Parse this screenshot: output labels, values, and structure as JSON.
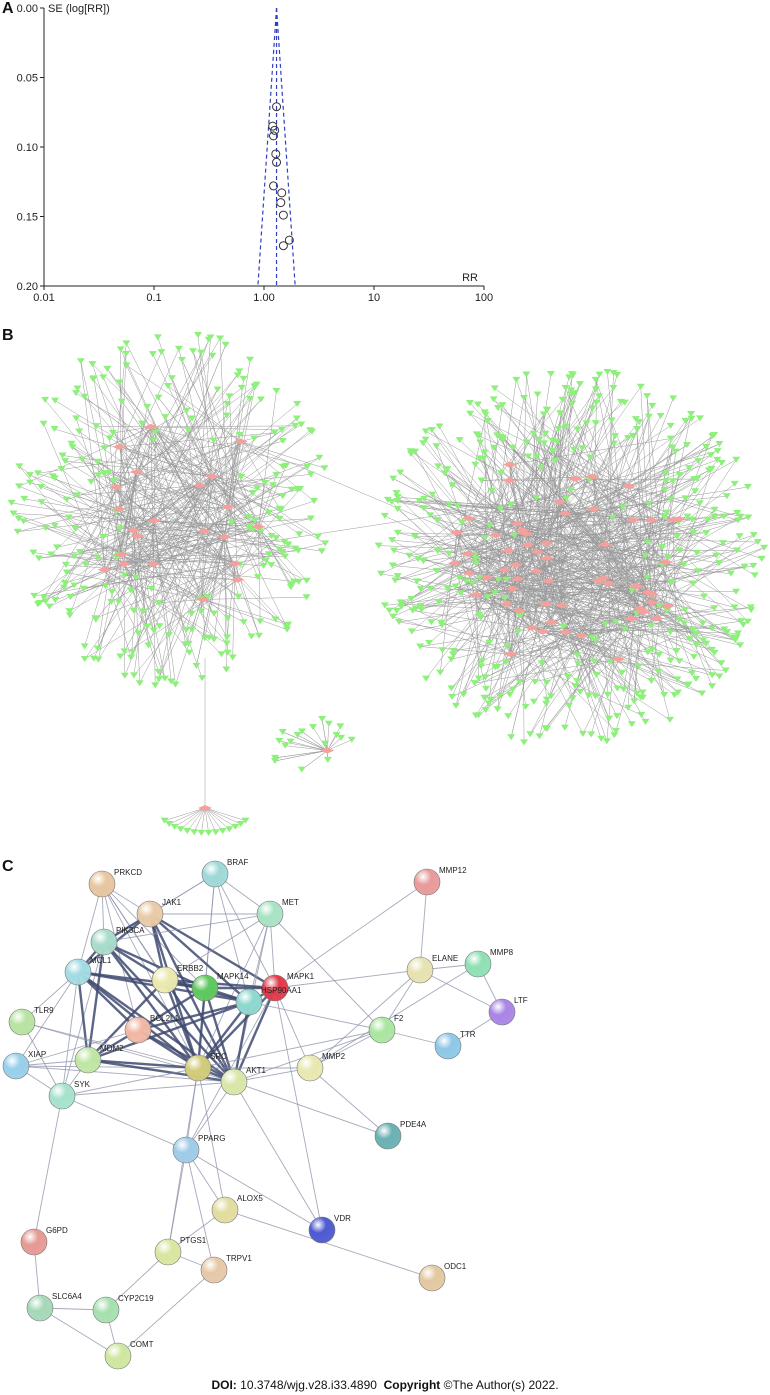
{
  "panels": {
    "a": "A",
    "b": "B",
    "c": "C"
  },
  "funnel_plot": {
    "chart_data": {
      "type": "scatter",
      "title": "",
      "ylabel": "SE (log[RR])",
      "xlabel": "RR",
      "x_scale": "log",
      "xlim": [
        0.01,
        100
      ],
      "ylim": [
        0.0,
        0.2
      ],
      "y_inverted": true,
      "x_ticks": [
        "0.01",
        "0.1",
        "1.00",
        "10",
        "100"
      ],
      "y_ticks": [
        "0.00",
        "0.05",
        "0.10",
        "0.15",
        "0.20"
      ],
      "points": [
        {
          "x": 1.3,
          "y": 0.071
        },
        {
          "x": 1.2,
          "y": 0.085
        },
        {
          "x": 1.25,
          "y": 0.088
        },
        {
          "x": 1.22,
          "y": 0.092
        },
        {
          "x": 1.28,
          "y": 0.105
        },
        {
          "x": 1.3,
          "y": 0.111
        },
        {
          "x": 1.22,
          "y": 0.128
        },
        {
          "x": 1.45,
          "y": 0.133
        },
        {
          "x": 1.42,
          "y": 0.14
        },
        {
          "x": 1.5,
          "y": 0.149
        },
        {
          "x": 1.7,
          "y": 0.167
        },
        {
          "x": 1.5,
          "y": 0.171
        }
      ],
      "pooled_estimate": 1.3,
      "funnel_bounds": {
        "outer_low_at_bottom": 0.88,
        "outer_high_at_bottom": 1.92
      },
      "colors": {
        "funnel": "#2f3fbf",
        "points": "#333333"
      }
    }
  },
  "network_b": {
    "colors": {
      "target_node": "#f4a09c",
      "compound_node": "#8cf07a",
      "edge": "#9a9a9a"
    },
    "clusters": [
      "left-compound-target-network",
      "right-compound-target-network",
      "small-isolated-network"
    ]
  },
  "ppi_network": {
    "nodes": [
      {
        "label": "PRKCD",
        "color": "#e7c6a0"
      },
      {
        "label": "BRAF",
        "color": "#9fd8d8"
      },
      {
        "label": "MMP12",
        "color": "#e89a9a"
      },
      {
        "label": "JAK1",
        "color": "#e9cba8"
      },
      {
        "label": "MET",
        "color": "#a9e2c4"
      },
      {
        "label": "PIK3CA",
        "color": "#a9dccc"
      },
      {
        "label": "MCL1",
        "color": "#a3dbe4"
      },
      {
        "label": "ELANE",
        "color": "#e6e2b0"
      },
      {
        "label": "MMP8",
        "color": "#8fe0b4"
      },
      {
        "label": "ERBB2",
        "color": "#eceab0"
      },
      {
        "label": "MAPK14",
        "color": "#5fc95f"
      },
      {
        "label": "MAPK1",
        "color": "#e03a4a"
      },
      {
        "label": "HSP90AA1",
        "color": "#8ed8cf"
      },
      {
        "label": "LTF",
        "color": "#a985e6"
      },
      {
        "label": "TLR9",
        "color": "#b8e3a0"
      },
      {
        "label": "BCL2L1",
        "color": "#f1b8a4"
      },
      {
        "label": "F2",
        "color": "#a9e6a0"
      },
      {
        "label": "TTR",
        "color": "#8ec8e6"
      },
      {
        "label": "XIAP",
        "color": "#98cfea"
      },
      {
        "label": "MDM2",
        "color": "#c0e6a6"
      },
      {
        "label": "SRC",
        "color": "#d2cc7a"
      },
      {
        "label": "AKT1",
        "color": "#d8e6a8"
      },
      {
        "label": "MMP2",
        "color": "#e8e8b0"
      },
      {
        "label": "SYK",
        "color": "#a6e2cc"
      },
      {
        "label": "PDE4A",
        "color": "#6ab0b4"
      },
      {
        "label": "PPARG",
        "color": "#9ecbe6"
      },
      {
        "label": "ALOX5",
        "color": "#e2dca0"
      },
      {
        "label": "VDR",
        "color": "#4d5ad0"
      },
      {
        "label": "G6PD",
        "color": "#e59a94"
      },
      {
        "label": "PTGS1",
        "color": "#d8e6a0"
      },
      {
        "label": "TRPV1",
        "color": "#e6c8a8"
      },
      {
        "label": "ODC1",
        "color": "#e2c8a0"
      },
      {
        "label": "SLC6A4",
        "color": "#a6d8b8"
      },
      {
        "label": "CYP2C19",
        "color": "#a6e0b0"
      },
      {
        "label": "COMT",
        "color": "#cfe6a0"
      }
    ],
    "edges": [
      [
        "PRKCD",
        "JAK1"
      ],
      [
        "PRKCD",
        "PIK3CA"
      ],
      [
        "PRKCD",
        "MCL1"
      ],
      [
        "PRKCD",
        "MAPK14"
      ],
      [
        "PRKCD",
        "SRC"
      ],
      [
        "PRKCD",
        "AKT1"
      ],
      [
        "PRKCD",
        "ERBB2"
      ],
      [
        "PRKCD",
        "BCL2L1"
      ],
      [
        "BRAF",
        "JAK1"
      ],
      [
        "BRAF",
        "MAPK1"
      ],
      [
        "BRAF",
        "MET"
      ],
      [
        "BRAF",
        "PIK3CA"
      ],
      [
        "BRAF",
        "SRC"
      ],
      [
        "BRAF",
        "MAPK14"
      ],
      [
        "BRAF",
        "HSP90AA1"
      ],
      [
        "JAK1",
        "PIK3CA"
      ],
      [
        "JAK1",
        "MAPK1"
      ],
      [
        "JAK1",
        "SRC"
      ],
      [
        "JAK1",
        "MCL1"
      ],
      [
        "JAK1",
        "MET"
      ],
      [
        "JAK1",
        "ERBB2"
      ],
      [
        "JAK1",
        "AKT1"
      ],
      [
        "JAK1",
        "HSP90AA1"
      ],
      [
        "MET",
        "PIK3CA"
      ],
      [
        "MET",
        "MAPK1"
      ],
      [
        "MET",
        "SRC"
      ],
      [
        "MET",
        "ERBB2"
      ],
      [
        "MET",
        "HSP90AA1"
      ],
      [
        "MET",
        "AKT1"
      ],
      [
        "MET",
        "F2"
      ],
      [
        "PIK3CA",
        "MCL1"
      ],
      [
        "PIK3CA",
        "ERBB2"
      ],
      [
        "PIK3CA",
        "AKT1"
      ],
      [
        "PIK3CA",
        "SRC"
      ],
      [
        "PIK3CA",
        "MAPK14"
      ],
      [
        "PIK3CA",
        "MDM2"
      ],
      [
        "PIK3CA",
        "SYK"
      ],
      [
        "MCL1",
        "BCL2L1"
      ],
      [
        "MCL1",
        "AKT1"
      ],
      [
        "MCL1",
        "MDM2"
      ],
      [
        "MCL1",
        "XIAP"
      ],
      [
        "MCL1",
        "SRC"
      ],
      [
        "MCL1",
        "MAPK14"
      ],
      [
        "MCL1",
        "HSP90AA1"
      ],
      [
        "MCL1",
        "TLR9"
      ],
      [
        "MCL1",
        "SYK"
      ],
      [
        "ERBB2",
        "SRC"
      ],
      [
        "ERBB2",
        "MAPK1"
      ],
      [
        "ERBB2",
        "HSP90AA1"
      ],
      [
        "ERBB2",
        "AKT1"
      ],
      [
        "ERBB2",
        "MAPK14"
      ],
      [
        "ERBB2",
        "MDM2"
      ],
      [
        "MAPK14",
        "MAPK1"
      ],
      [
        "MAPK14",
        "SRC"
      ],
      [
        "MAPK14",
        "AKT1"
      ],
      [
        "MAPK14",
        "HSP90AA1"
      ],
      [
        "MAPK14",
        "BCL2L1"
      ],
      [
        "MAPK1",
        "HSP90AA1"
      ],
      [
        "MAPK1",
        "SRC"
      ],
      [
        "MAPK1",
        "AKT1"
      ],
      [
        "MAPK1",
        "ELANE"
      ],
      [
        "MAPK1",
        "MMP2"
      ],
      [
        "MAPK1",
        "PPARG"
      ],
      [
        "MAPK1",
        "VDR"
      ],
      [
        "MAPK1",
        "MMP12"
      ],
      [
        "HSP90AA1",
        "SRC"
      ],
      [
        "HSP90AA1",
        "AKT1"
      ],
      [
        "HSP90AA1",
        "F2"
      ],
      [
        "HSP90AA1",
        "MDM2"
      ],
      [
        "HSP90AA1",
        "BCL2L1"
      ],
      [
        "BCL2L1",
        "AKT1"
      ],
      [
        "BCL2L1",
        "XIAP"
      ],
      [
        "BCL2L1",
        "MDM2"
      ],
      [
        "BCL2L1",
        "SRC"
      ],
      [
        "XIAP",
        "MDM2"
      ],
      [
        "XIAP",
        "AKT1"
      ],
      [
        "XIAP",
        "SYK"
      ],
      [
        "XIAP",
        "SRC"
      ],
      [
        "TLR9",
        "SYK"
      ],
      [
        "TLR9",
        "SRC"
      ],
      [
        "TLR9",
        "AKT1"
      ],
      [
        "MDM2",
        "AKT1"
      ],
      [
        "MDM2",
        "SRC"
      ],
      [
        "MDM2",
        "SYK"
      ],
      [
        "SRC",
        "AKT1"
      ],
      [
        "SRC",
        "SYK"
      ],
      [
        "SRC",
        "MMP2"
      ],
      [
        "SRC",
        "PPARG"
      ],
      [
        "SRC",
        "F2"
      ],
      [
        "SRC",
        "ALOX5"
      ],
      [
        "AKT1",
        "MMP2"
      ],
      [
        "AKT1",
        "PPARG"
      ],
      [
        "AKT1",
        "SYK"
      ],
      [
        "AKT1",
        "VDR"
      ],
      [
        "AKT1",
        "PDE4A"
      ],
      [
        "AKT1",
        "F2"
      ],
      [
        "SYK",
        "PPARG"
      ],
      [
        "SYK",
        "G6PD"
      ],
      [
        "MMP2",
        "F2"
      ],
      [
        "MMP2",
        "ELANE"
      ],
      [
        "MMP2",
        "MMP8"
      ],
      [
        "MMP2",
        "PDE4A"
      ],
      [
        "ELANE",
        "MMP8"
      ],
      [
        "ELANE",
        "LTF"
      ],
      [
        "ELANE",
        "F2"
      ],
      [
        "ELANE",
        "MMP12"
      ],
      [
        "MMP8",
        "LTF"
      ],
      [
        "F2",
        "TTR"
      ],
      [
        "LTF",
        "TTR"
      ],
      [
        "PPARG",
        "ALOX5"
      ],
      [
        "PPARG",
        "PTGS1"
      ],
      [
        "PPARG",
        "VDR"
      ],
      [
        "PPARG",
        "TRPV1"
      ],
      [
        "ALOX5",
        "PTGS1"
      ],
      [
        "ALOX5",
        "ODC1"
      ],
      [
        "PTGS1",
        "CYP2C19"
      ],
      [
        "PTGS1",
        "TRPV1"
      ],
      [
        "CYP2C19",
        "SLC6A4"
      ],
      [
        "CYP2C19",
        "COMT"
      ],
      [
        "SLC6A4",
        "COMT"
      ],
      [
        "G6PD",
        "SLC6A4"
      ],
      [
        "TRPV1",
        "COMT"
      ],
      [
        "PTGS1",
        "SRC"
      ]
    ]
  },
  "footer": {
    "doi_label": "DOI:",
    "doi_value": "10.3748/wjg.v28.i33.4890",
    "copyright_label": "Copyright",
    "copyright_value": "©The Author(s) 2022."
  }
}
